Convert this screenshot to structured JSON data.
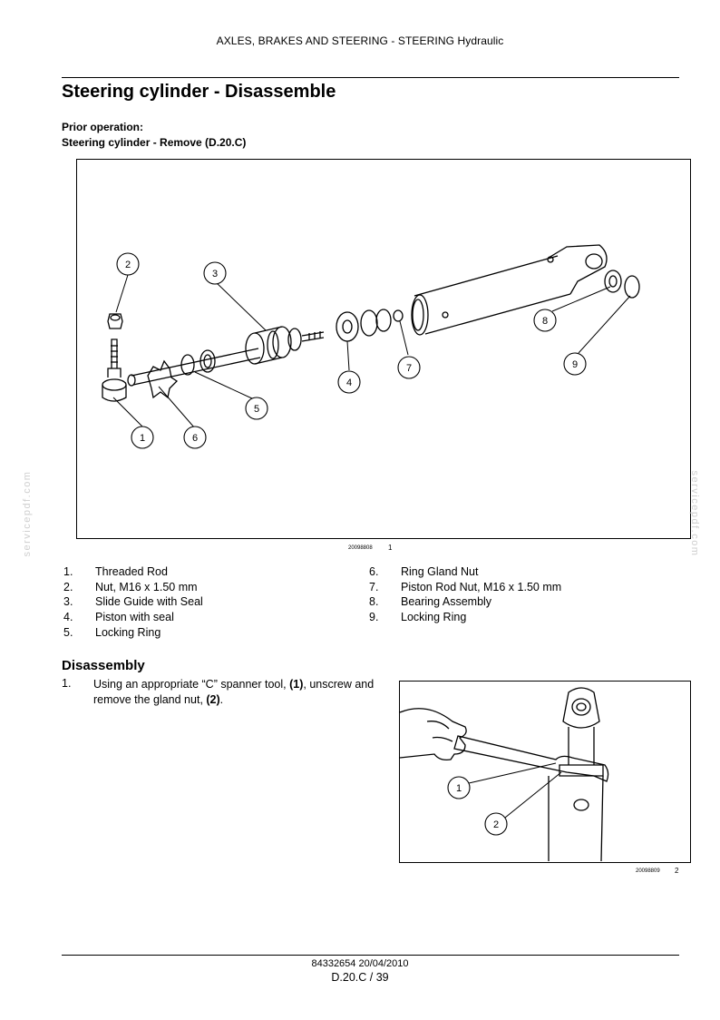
{
  "header": {
    "section": "AXLES, BRAKES AND STEERING - STEERING Hydraulic"
  },
  "title": "Steering cylinder - Disassemble",
  "prior_operation": {
    "label": "Prior operation:",
    "value": "Steering cylinder - Remove (D.20.C)"
  },
  "figure1": {
    "id": "20098808",
    "number": "1",
    "callouts": [
      "1",
      "2",
      "3",
      "4",
      "5",
      "6",
      "7",
      "8",
      "9"
    ]
  },
  "legend": [
    {
      "num": "1.",
      "text": "Threaded Rod"
    },
    {
      "num": "2.",
      "text": "Nut, M16 x 1.50 mm"
    },
    {
      "num": "3.",
      "text": "Slide Guide with Seal"
    },
    {
      "num": "4.",
      "text": "Piston with seal"
    },
    {
      "num": "5.",
      "text": "Locking Ring"
    },
    {
      "num": "6.",
      "text": "Ring Gland Nut"
    },
    {
      "num": "7.",
      "text": "Piston Rod Nut, M16 x 1.50 mm"
    },
    {
      "num": "8.",
      "text": "Bearing Assembly"
    },
    {
      "num": "9.",
      "text": "Locking Ring"
    }
  ],
  "section": {
    "title": "Disassembly"
  },
  "steps": [
    {
      "num": "1.",
      "text_a": "Using an appropriate “C” spanner tool, ",
      "ref1": "(1)",
      "text_b": ", unscrew and remove the gland nut, ",
      "ref2": "(2)",
      "text_c": "."
    }
  ],
  "figure2": {
    "id": "20098809",
    "number": "2",
    "callouts": [
      "1",
      "2"
    ]
  },
  "footer": {
    "doc": "84332654 20/04/2010",
    "page": "D.20.C / 39"
  },
  "watermark": "servicepdf.com"
}
